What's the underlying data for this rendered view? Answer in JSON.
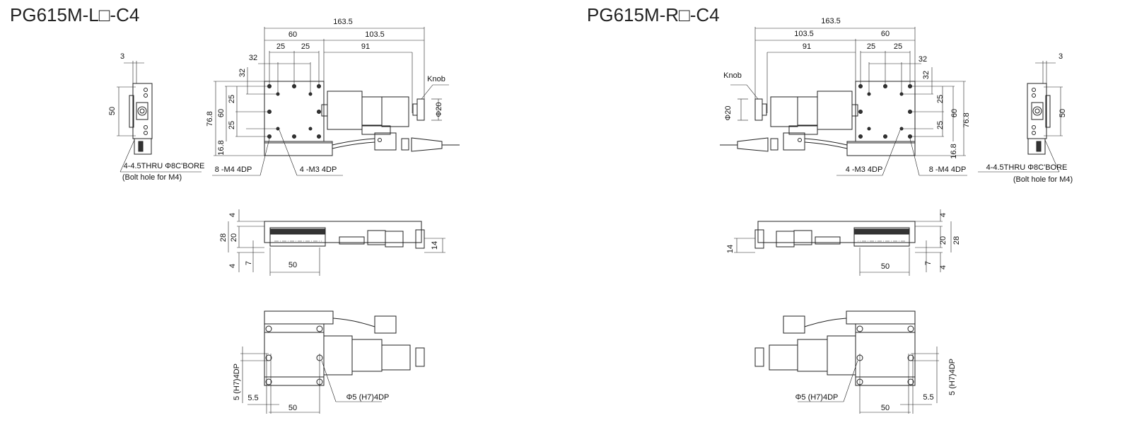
{
  "left": {
    "title": "PG615M-L□-C4",
    "labels": [
      "163.5",
      "60",
      "103.5",
      "25",
      "25",
      "91",
      "32",
      "32",
      "76.8",
      "60",
      "25",
      "25",
      "16.8",
      "Knob",
      "Φ20",
      "8 -M4 4DP",
      "4 -M3 4DP",
      "3",
      "50",
      "4-4.5THRU Φ8C'BORE",
      "(Bolt hole for M4)",
      "4",
      "28",
      "20",
      "7",
      "4",
      "50",
      "14",
      "5 (H7)4DP",
      "5.5",
      "50",
      "Φ5 (H7)4DP"
    ]
  },
  "right": {
    "title": "PG615M-R□-C4",
    "labels": [
      "163.5",
      "60",
      "103.5",
      "25",
      "25",
      "91",
      "32",
      "32",
      "76.8",
      "60",
      "25",
      "25",
      "16.8",
      "Knob",
      "Φ20",
      "8 -M4 4DP",
      "4 -M3 4DP",
      "3",
      "50",
      "4-4.5THRU Φ8C'BORE",
      "(Bolt hole for M4)",
      "4",
      "28",
      "20",
      "7",
      "4",
      "50",
      "14",
      "5 (H7)4DP",
      "5.5",
      "50",
      "Φ5 (H7)4DP"
    ]
  }
}
